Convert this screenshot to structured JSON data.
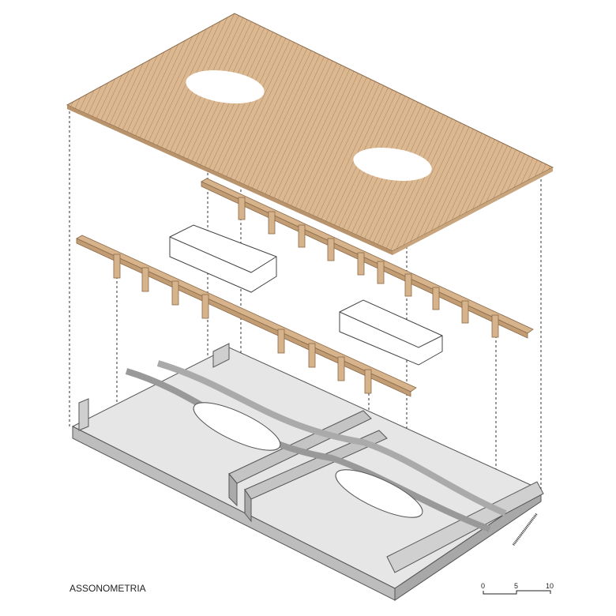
{
  "title": "ASSONOMETRIA",
  "scale": {
    "labels": [
      "0",
      "5",
      "10"
    ]
  },
  "colors": {
    "wood": "#d9b48c",
    "concrete": "#c8c8c8",
    "line": "#333333"
  }
}
